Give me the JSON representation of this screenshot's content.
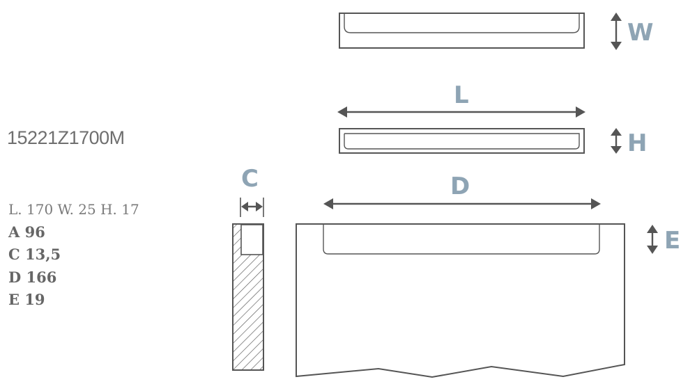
{
  "product": {
    "code": "15221Z1700M"
  },
  "specs": {
    "overall": "L. 170 W. 25 H. 17",
    "items": [
      "A 96",
      "C 13,5",
      "D 166",
      "E 19"
    ]
  },
  "labels": {
    "w": "W",
    "l": "L",
    "h": "H",
    "c": "C",
    "d": "D",
    "e": "E"
  },
  "colors": {
    "label": "#8ea4b4",
    "line": "#555555",
    "text": "#6a6a6a"
  }
}
